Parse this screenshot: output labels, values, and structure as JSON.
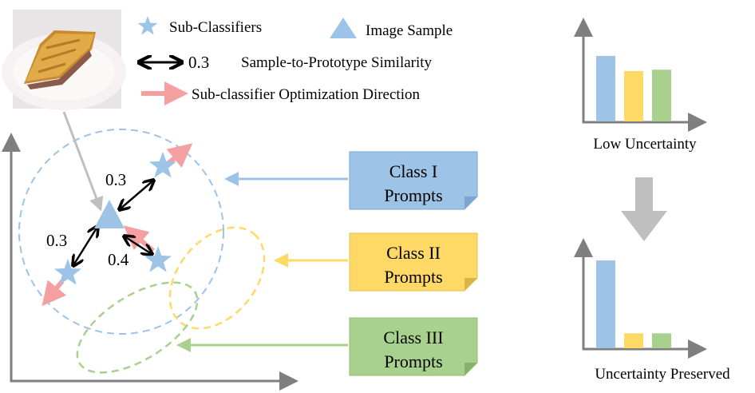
{
  "legend": {
    "star_label": "Sub-Classifiers",
    "triangle_label": "Image Sample",
    "similarity_value": "0.3",
    "similarity_label": "Sample-to-Prototype Similarity",
    "direction_label": "Sub-classifier Optimization Direction"
  },
  "similarities": {
    "class1_upper": "0.3",
    "class1_left": "0.3",
    "class1_right": "0.4"
  },
  "prompts": [
    {
      "line1": "Class I",
      "line2": "Prompts",
      "color": "#9dc3e6"
    },
    {
      "line1": "Class II",
      "line2": "Prompts",
      "color": "#ffd966"
    },
    {
      "line1": "Class III",
      "line2": "Prompts",
      "color": "#a9d18e"
    }
  ],
  "captions": {
    "low_uncertainty": "Low Uncertainty",
    "preserved": "Uncertainty Preserved"
  },
  "chart_data": [
    {
      "type": "bar",
      "title": "Low Uncertainty",
      "values": [
        1.0,
        0.77,
        0.79
      ],
      "colors": [
        "#9dc3e6",
        "#ffd966",
        "#a9d18e"
      ]
    },
    {
      "type": "bar",
      "title": "Uncertainty Preserved",
      "values": [
        1.0,
        0.17,
        0.17
      ],
      "colors": [
        "#9dc3e6",
        "#ffd966",
        "#a9d18e"
      ]
    }
  ],
  "colors": {
    "blue": "#9dc3e6",
    "yellow": "#ffd966",
    "green": "#a9d18e",
    "red_arrow": "#f4a0a0",
    "axis_gray": "#7f7f7f"
  }
}
